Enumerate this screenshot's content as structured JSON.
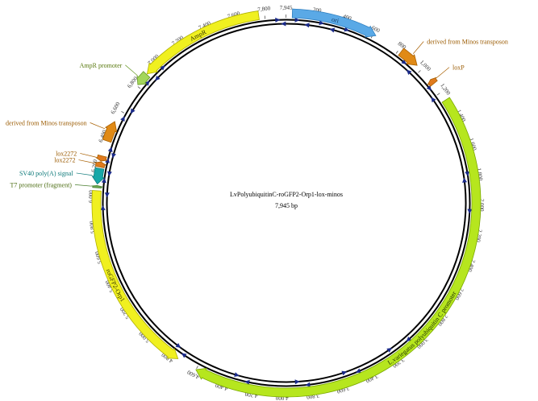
{
  "plasmid": {
    "name": "LvPolyubiquitinC-roGFP2-Orp1-lox-minos",
    "size_label": "7,945 bp",
    "length": 7945
  },
  "ticks": {
    "end_label": "7,945",
    "positions": [
      200,
      400,
      600,
      800,
      1000,
      1200,
      1400,
      1600,
      1800,
      2000,
      2200,
      2400,
      2600,
      2800,
      3000,
      3200,
      3400,
      3600,
      3800,
      4000,
      4200,
      4400,
      4600,
      4800,
      5000,
      5200,
      5400,
      5600,
      5800,
      6000,
      6200,
      6400,
      6600,
      6800,
      7000,
      7200,
      7400,
      7600,
      7800
    ],
    "labels": [
      "200",
      "400",
      "600",
      "800",
      "1,000",
      "1,200",
      "1,400",
      "1,600",
      "1,800",
      "2,000",
      "2,200",
      "2,400",
      "2,600",
      "2,800",
      "3,000",
      "3,200",
      "3,400",
      "3,600",
      "3,800",
      "4,000",
      "4,200",
      "4,400",
      "4,600",
      "4,800",
      "5,000",
      "5,200",
      "5,400",
      "5,600",
      "5,800",
      "6,000",
      "6,200",
      "6,400",
      "6,600",
      "6,800",
      "7,000",
      "7,200",
      "7,400",
      "7,600",
      "7,800"
    ]
  },
  "features": [
    {
      "id": "ori",
      "label": "ori",
      "start": 40,
      "end": 620,
      "dir": 1,
      "color": "#5aa9e6",
      "stroke": "#2f7fc0",
      "text_color": "#1a3d66",
      "label_inside": true
    },
    {
      "id": "minos-right",
      "label": "derived from Minos transposon",
      "start": 820,
      "end": 960,
      "dir": 1,
      "color": "#e08a16",
      "stroke": "#a85f00",
      "text_color": "#9a5a00",
      "label_inside": false
    },
    {
      "id": "loxp",
      "label": "loxP",
      "start": 1090,
      "end": 1125,
      "dir": -1,
      "color": "#e07a1e",
      "stroke": "#a85f00",
      "text_color": "#9a5a00",
      "label_inside": false
    },
    {
      "id": "lvub-promoter",
      "label": "L.variegatus polyubiquitin C promoter",
      "start": 1260,
      "end": 4600,
      "dir": 1,
      "color": "#b6e61e",
      "stroke": "#7aa800",
      "text_color": "#1f3300",
      "label_inside": true
    },
    {
      "id": "rogfp2",
      "label": "roGFP2-Orp1",
      "start": 4740,
      "end": 6040,
      "dir": -1,
      "color": "#f0f020",
      "stroke": "#b0b000",
      "text_color": "#333300",
      "label_inside": true
    },
    {
      "id": "t7",
      "label": "T7 promoter (fragment)",
      "start": 6060,
      "end": 6075,
      "dir": 1,
      "color": "#6aa84f",
      "stroke": "#4a7f30",
      "text_color": "#4a6b10",
      "label_inside": false
    },
    {
      "id": "sv40",
      "label": "SV40 poly(A) signal",
      "start": 6085,
      "end": 6190,
      "dir": -1,
      "color": "#18a8a8",
      "stroke": "#0e7a7a",
      "text_color": "#0e7a7a",
      "label_inside": false
    },
    {
      "id": "lox2272-a",
      "label": "lox2272",
      "start": 6200,
      "end": 6235,
      "dir": 1,
      "color": "#e07a1e",
      "stroke": "#a85f00",
      "text_color": "#9a5a00",
      "label_inside": false
    },
    {
      "id": "lox2272-b",
      "label": "lox2272",
      "start": 6240,
      "end": 6275,
      "dir": -1,
      "color": "#e07a1e",
      "stroke": "#a85f00",
      "text_color": "#9a5a00",
      "label_inside": false
    },
    {
      "id": "minos-left",
      "label": "derived from Minos transposon",
      "start": 6380,
      "end": 6520,
      "dir": 1,
      "color": "#e08a16",
      "stroke": "#a85f00",
      "text_color": "#9a5a00",
      "label_inside": false
    },
    {
      "id": "ampr-promoter",
      "label": "AmpR promoter",
      "start": 6810,
      "end": 6900,
      "dir": -1,
      "color": "#a3d65a",
      "stroke": "#6a9a2a",
      "text_color": "#5a7a10",
      "label_inside": false
    },
    {
      "id": "ampr",
      "label": "AmpR",
      "start": 6905,
      "end": 7760,
      "dir": -1,
      "color": "#f0f020",
      "stroke": "#b0b000",
      "text_color": "#333300",
      "label_inside": true
    }
  ],
  "primer_sites": [
    {
      "pos": 70,
      "dir": 1
    },
    {
      "pos": 150,
      "dir": -1
    },
    {
      "pos": 240,
      "dir": 1
    },
    {
      "pos": 330,
      "dir": -1
    },
    {
      "pos": 420,
      "dir": 1
    },
    {
      "pos": 880,
      "dir": 1
    },
    {
      "pos": 950,
      "dir": -1
    },
    {
      "pos": 1130,
      "dir": 1
    },
    {
      "pos": 1210,
      "dir": -1
    },
    {
      "pos": 1780,
      "dir": 1
    },
    {
      "pos": 1830,
      "dir": -1
    },
    {
      "pos": 2040,
      "dir": 1
    },
    {
      "pos": 3050,
      "dir": 1
    },
    {
      "pos": 3200,
      "dir": -1
    },
    {
      "pos": 3460,
      "dir": 1
    },
    {
      "pos": 3560,
      "dir": -1
    },
    {
      "pos": 3820,
      "dir": 1
    },
    {
      "pos": 3900,
      "dir": -1
    },
    {
      "pos": 4240,
      "dir": 1
    },
    {
      "pos": 4330,
      "dir": -1
    },
    {
      "pos": 4720,
      "dir": 1
    },
    {
      "pos": 4790,
      "dir": -1
    },
    {
      "pos": 5920,
      "dir": 1
    },
    {
      "pos": 6020,
      "dir": -1
    },
    {
      "pos": 6110,
      "dir": 1
    },
    {
      "pos": 6170,
      "dir": -1
    },
    {
      "pos": 6250,
      "dir": 1
    },
    {
      "pos": 6300,
      "dir": -1
    },
    {
      "pos": 6330,
      "dir": 1
    },
    {
      "pos": 6560,
      "dir": 1
    },
    {
      "pos": 6640,
      "dir": -1
    },
    {
      "pos": 6860,
      "dir": 1
    },
    {
      "pos": 6930,
      "dir": -1
    },
    {
      "pos": 7010,
      "dir": 1
    },
    {
      "pos": 7880,
      "dir": 1
    },
    {
      "pos": 7930,
      "dir": -1
    }
  ]
}
